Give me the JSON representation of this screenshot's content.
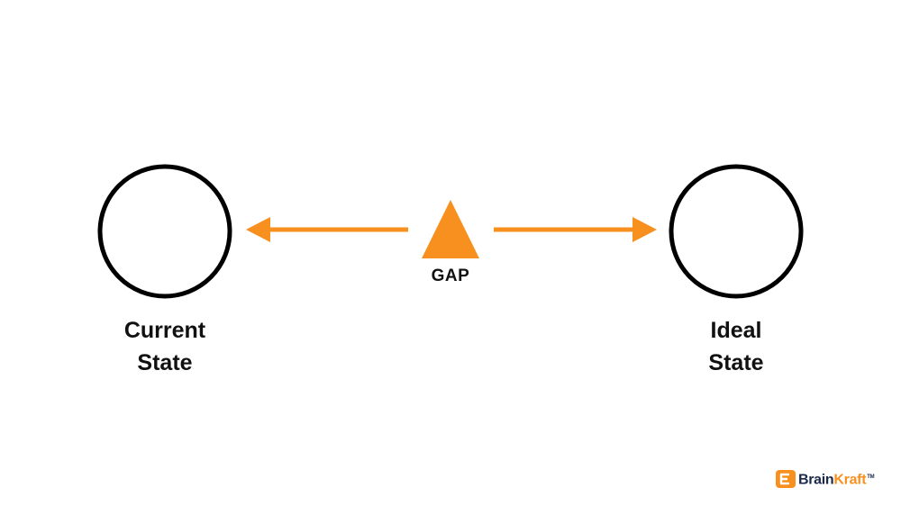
{
  "diagram": {
    "accent_color": "#f7901e",
    "outline_color": "#000000",
    "current_state": {
      "line1": "Current",
      "line2": "State"
    },
    "ideal_state": {
      "line1": "Ideal",
      "line2": "State"
    },
    "gap_label": "GAP",
    "arrows": [
      {
        "from": "gap",
        "to": "current-state",
        "direction": "left"
      },
      {
        "from": "gap",
        "to": "ideal-state",
        "direction": "right"
      }
    ]
  },
  "logo": {
    "brand_part1": "Brain",
    "brand_part2": "Kraft",
    "trademark": "TM",
    "icon": "brainkraft-logo-icon"
  }
}
